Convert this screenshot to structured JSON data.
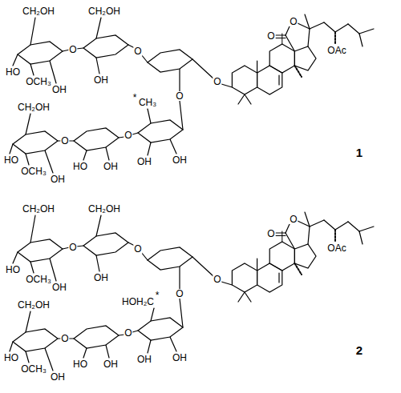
{
  "diagram": {
    "labels": [
      "CH₂OH",
      "CH₂OH",
      "O",
      "O",
      "HO",
      "OCH₃",
      "OH",
      "OH",
      "O",
      "O",
      "O",
      "OAc",
      "O",
      "*",
      "CH₃",
      "CH₂OH",
      "O",
      "O",
      "OH",
      "OH",
      "HO",
      "OH",
      "HO",
      "OCH₃",
      "OH",
      "1",
      "CH₂OH",
      "CH₂OH",
      "O",
      "O",
      "HO",
      "OCH₃",
      "OH",
      "OH",
      "O",
      "O",
      "O",
      "OAc",
      "O",
      "HOH₂C",
      "*",
      "CH₂OH",
      "O",
      "O",
      "OH",
      "OH",
      "HO",
      "OH",
      "HO",
      "OCH₃",
      "OH",
      "2"
    ]
  }
}
